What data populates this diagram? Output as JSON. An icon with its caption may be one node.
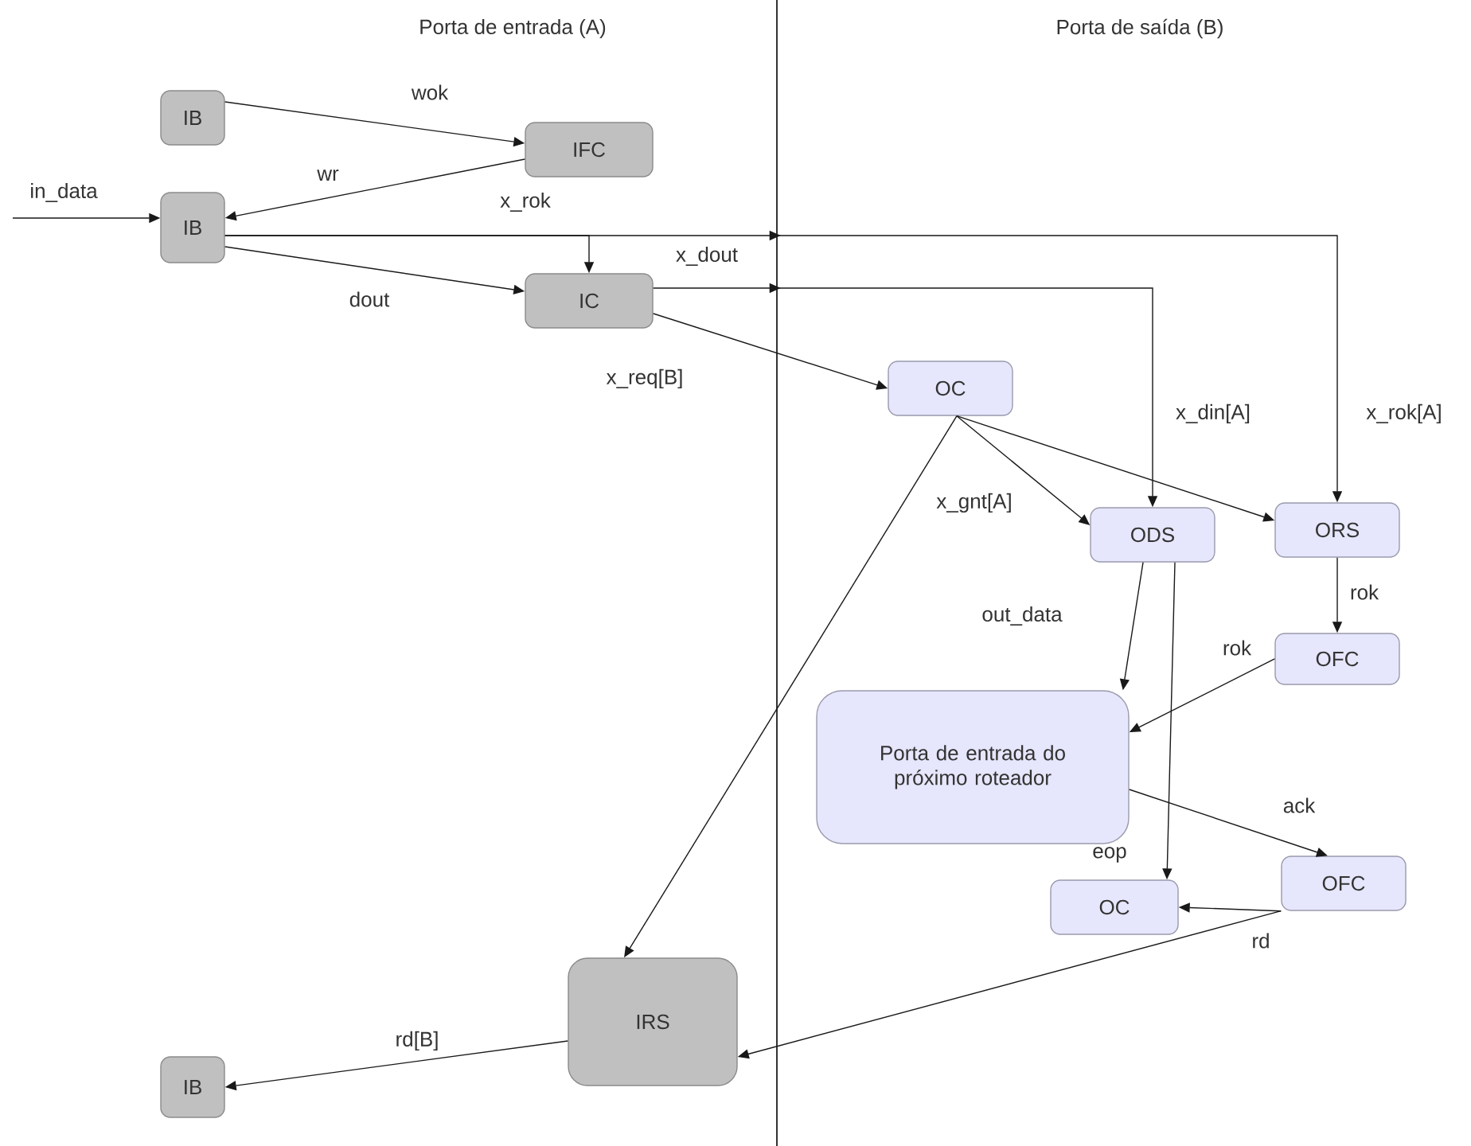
{
  "diagram": {
    "nodes": [
      {
        "text": [
          "IB"
        ]
      },
      {
        "text": [
          "IFC"
        ]
      },
      {
        "text": [
          "IB"
        ]
      },
      {
        "text": [
          "IC"
        ]
      },
      {
        "text": [
          "OC"
        ]
      },
      {
        "text": [
          "ODS"
        ]
      },
      {
        "text": [
          "ORS"
        ]
      },
      {
        "text": [
          "OFC"
        ]
      },
      {
        "text": [
          "Porta de entrada do próximo roteador"
        ]
      },
      {
        "text": [
          "OFC"
        ]
      },
      {
        "text": [
          "OC"
        ]
      },
      {
        "text": [
          "IRS"
        ]
      },
      {
        "text": [
          "IB"
        ]
      }
    ],
    "edges": [
      {
        "from": 0,
        "to": 1,
        "arrow": "to",
        "label": "wok"
      },
      {
        "from": 1,
        "to": 2,
        "arrow": "to",
        "label": "wr"
      },
      {
        "from": null,
        "to": 2,
        "arrow": "to",
        "label": "in_data"
      },
      {
        "from": 2,
        "to": 6,
        "arrow": "to",
        "label": "x_rok"
      },
      {
        "from": 2,
        "to": 3,
        "arrow": "to"
      },
      {
        "from": 2,
        "to": 3,
        "arrow": "to",
        "label": "dout"
      },
      {
        "from": 3,
        "to": 5,
        "arrow": "to",
        "label": "x_dout"
      },
      {
        "from": 3,
        "to": 4,
        "arrow": "to",
        "label": "x_req[B]"
      },
      {
        "from": 4,
        "to": 5,
        "arrow": "to",
        "label": "x_gnt[A]"
      },
      {
        "from": 4,
        "to": 6,
        "arrow": "to"
      },
      {
        "from": 4,
        "to": 11,
        "arrow": "to"
      },
      {
        "from": 6,
        "to": 7,
        "arrow": "to",
        "label": "rok"
      },
      {
        "from": 7,
        "to": 8,
        "arrow": "to",
        "label": "rok"
      },
      {
        "from": 5,
        "to": 8,
        "arrow": "to",
        "label": "out_data"
      },
      {
        "from": 5,
        "to": 10,
        "arrow": "to",
        "label": "eop"
      },
      {
        "from": 8,
        "to": 9,
        "arrow": "to",
        "label": "ack"
      },
      {
        "from": 9,
        "to": 10,
        "arrow": "to",
        "label": "rd"
      },
      {
        "from": 9,
        "to": 11,
        "arrow": "to"
      },
      {
        "from": 11,
        "to": 12,
        "arrow": "to",
        "label": "rd[B]"
      }
    ],
    "labels": [
      "Porta de entrada (A)",
      "Porta de saída (B)",
      "x_din[A]",
      "x_rok[A]"
    ]
  }
}
